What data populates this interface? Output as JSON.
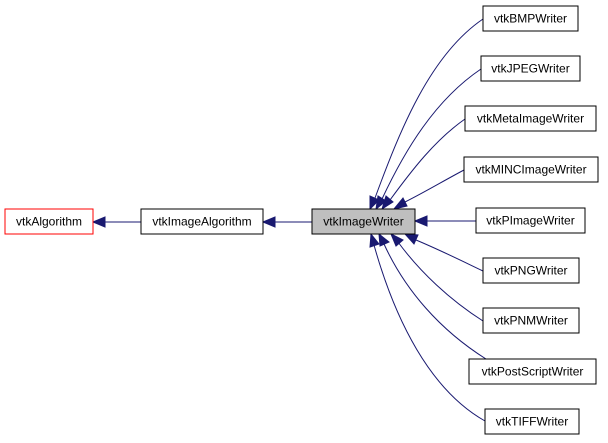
{
  "diagram": {
    "nodes": {
      "vtkAlgorithm": {
        "label": "vtkAlgorithm"
      },
      "vtkImageAlgorithm": {
        "label": "vtkImageAlgorithm"
      },
      "vtkImageWriter": {
        "label": "vtkImageWriter"
      },
      "vtkBMPWriter": {
        "label": "vtkBMPWriter"
      },
      "vtkJPEGWriter": {
        "label": "vtkJPEGWriter"
      },
      "vtkMetaImageWriter": {
        "label": "vtkMetaImageWriter"
      },
      "vtkMINCImageWriter": {
        "label": "vtkMINCImageWriter"
      },
      "vtkPImageWriter": {
        "label": "vtkPImageWriter"
      },
      "vtkPNGWriter": {
        "label": "vtkPNGWriter"
      },
      "vtkPNMWriter": {
        "label": "vtkPNMWriter"
      },
      "vtkPostScriptWriter": {
        "label": "vtkPostScriptWriter"
      },
      "vtkTIFFWriter": {
        "label": "vtkTIFFWriter"
      }
    },
    "edges": [
      {
        "from": "vtkImageAlgorithm",
        "to": "vtkAlgorithm"
      },
      {
        "from": "vtkImageWriter",
        "to": "vtkImageAlgorithm"
      },
      {
        "from": "vtkBMPWriter",
        "to": "vtkImageWriter"
      },
      {
        "from": "vtkJPEGWriter",
        "to": "vtkImageWriter"
      },
      {
        "from": "vtkMetaImageWriter",
        "to": "vtkImageWriter"
      },
      {
        "from": "vtkMINCImageWriter",
        "to": "vtkImageWriter"
      },
      {
        "from": "vtkPImageWriter",
        "to": "vtkImageWriter"
      },
      {
        "from": "vtkPNGWriter",
        "to": "vtkImageWriter"
      },
      {
        "from": "vtkPNMWriter",
        "to": "vtkImageWriter"
      },
      {
        "from": "vtkPostScriptWriter",
        "to": "vtkImageWriter"
      },
      {
        "from": "vtkTIFFWriter",
        "to": "vtkImageWriter"
      }
    ],
    "colors": {
      "edge": "#191970",
      "highlight_fill": "#bfbfbf",
      "external_border": "#ff0000",
      "border": "#000000"
    }
  }
}
